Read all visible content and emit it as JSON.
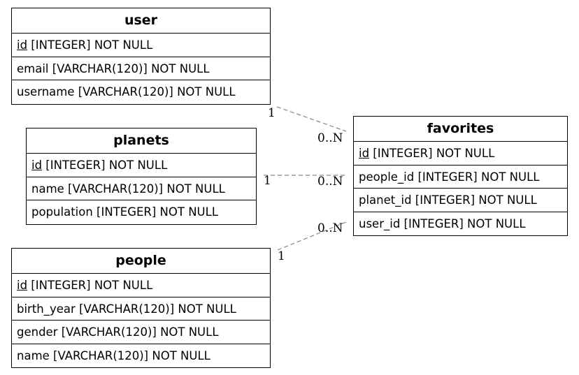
{
  "entities": {
    "user": {
      "title": "user",
      "attributes": [
        {
          "pk": "id",
          "rest": " [INTEGER] NOT NULL"
        },
        {
          "pk": "",
          "rest": "email [VARCHAR(120)] NOT NULL"
        },
        {
          "pk": "",
          "rest": "username [VARCHAR(120)] NOT NULL"
        }
      ]
    },
    "planets": {
      "title": "planets",
      "attributes": [
        {
          "pk": "id",
          "rest": " [INTEGER] NOT NULL"
        },
        {
          "pk": "",
          "rest": "name [VARCHAR(120)] NOT NULL"
        },
        {
          "pk": "",
          "rest": "population [INTEGER] NOT NULL"
        }
      ]
    },
    "people": {
      "title": "people",
      "attributes": [
        {
          "pk": "id",
          "rest": " [INTEGER] NOT NULL"
        },
        {
          "pk": "",
          "rest": "birth_year [VARCHAR(120)] NOT NULL"
        },
        {
          "pk": "",
          "rest": "gender [VARCHAR(120)] NOT NULL"
        },
        {
          "pk": "",
          "rest": "name [VARCHAR(120)] NOT NULL"
        }
      ]
    },
    "favorites": {
      "title": "favorites",
      "attributes": [
        {
          "pk": "id",
          "rest": " [INTEGER] NOT NULL"
        },
        {
          "pk": "",
          "rest": "people_id [INTEGER] NOT NULL"
        },
        {
          "pk": "",
          "rest": "planet_id [INTEGER] NOT NULL"
        },
        {
          "pk": "",
          "rest": "user_id [INTEGER] NOT NULL"
        }
      ]
    }
  },
  "relationships": [
    {
      "from": "user",
      "to": "favorites",
      "from_card": "1",
      "to_card": "0..N",
      "line_color": "#888888"
    },
    {
      "from": "planets",
      "to": "favorites",
      "from_card": "1",
      "to_card": "0..N",
      "line_color": "#888888"
    },
    {
      "from": "people",
      "to": "favorites",
      "from_card": "1",
      "to_card": "0..N",
      "line_color": "#888888"
    }
  ]
}
